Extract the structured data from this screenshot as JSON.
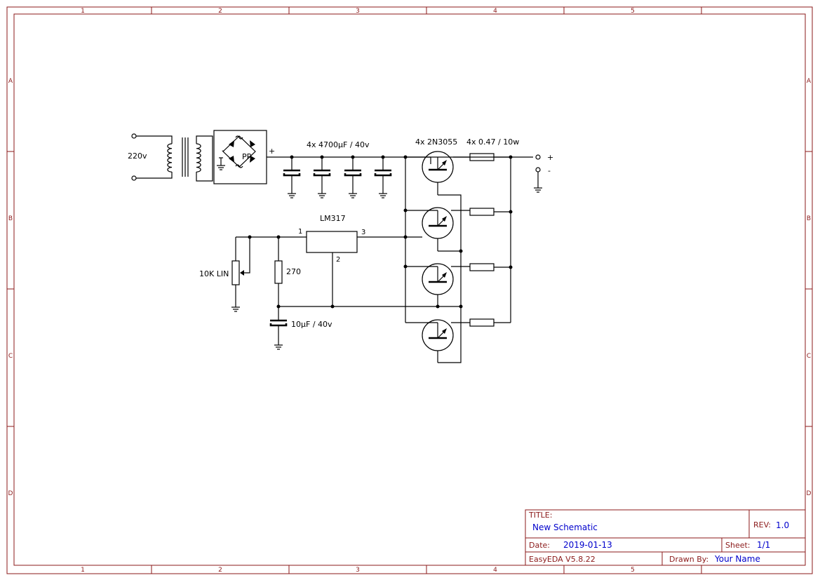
{
  "zones": {
    "cols": [
      "1",
      "2",
      "3",
      "4",
      "5"
    ],
    "rows": [
      "A",
      "B",
      "C",
      "D"
    ]
  },
  "labels": {
    "input_voltage": "220v",
    "bridge": "PR",
    "bridge_minus": "-",
    "bridge_plus": "+",
    "caps": "4x 4700µF / 40v",
    "transistors": "4x 2N3055",
    "resistors": "4x 0.47 / 10w",
    "out_plus": "+",
    "out_minus": "-",
    "regulator": "LM317",
    "pin1": "1",
    "pin2": "2",
    "pin3": "3",
    "pot": "10K LIN",
    "r270": "270",
    "cap_small": "10µF / 40v"
  },
  "title_block": {
    "title_key": "TITLE:",
    "title": "New Schematic",
    "rev_key": "REV:",
    "rev": "1.0",
    "date_key": "Date:",
    "date": "2019-01-13",
    "sheet_key": "Sheet:",
    "sheet": "1/1",
    "software": "EasyEDA V5.8.22",
    "drawn_key": "Drawn By:",
    "drawn": "Your Name"
  },
  "colors": {
    "frame": "#8b1a1a",
    "wire": "#000000",
    "value_text": "#0000cc"
  }
}
